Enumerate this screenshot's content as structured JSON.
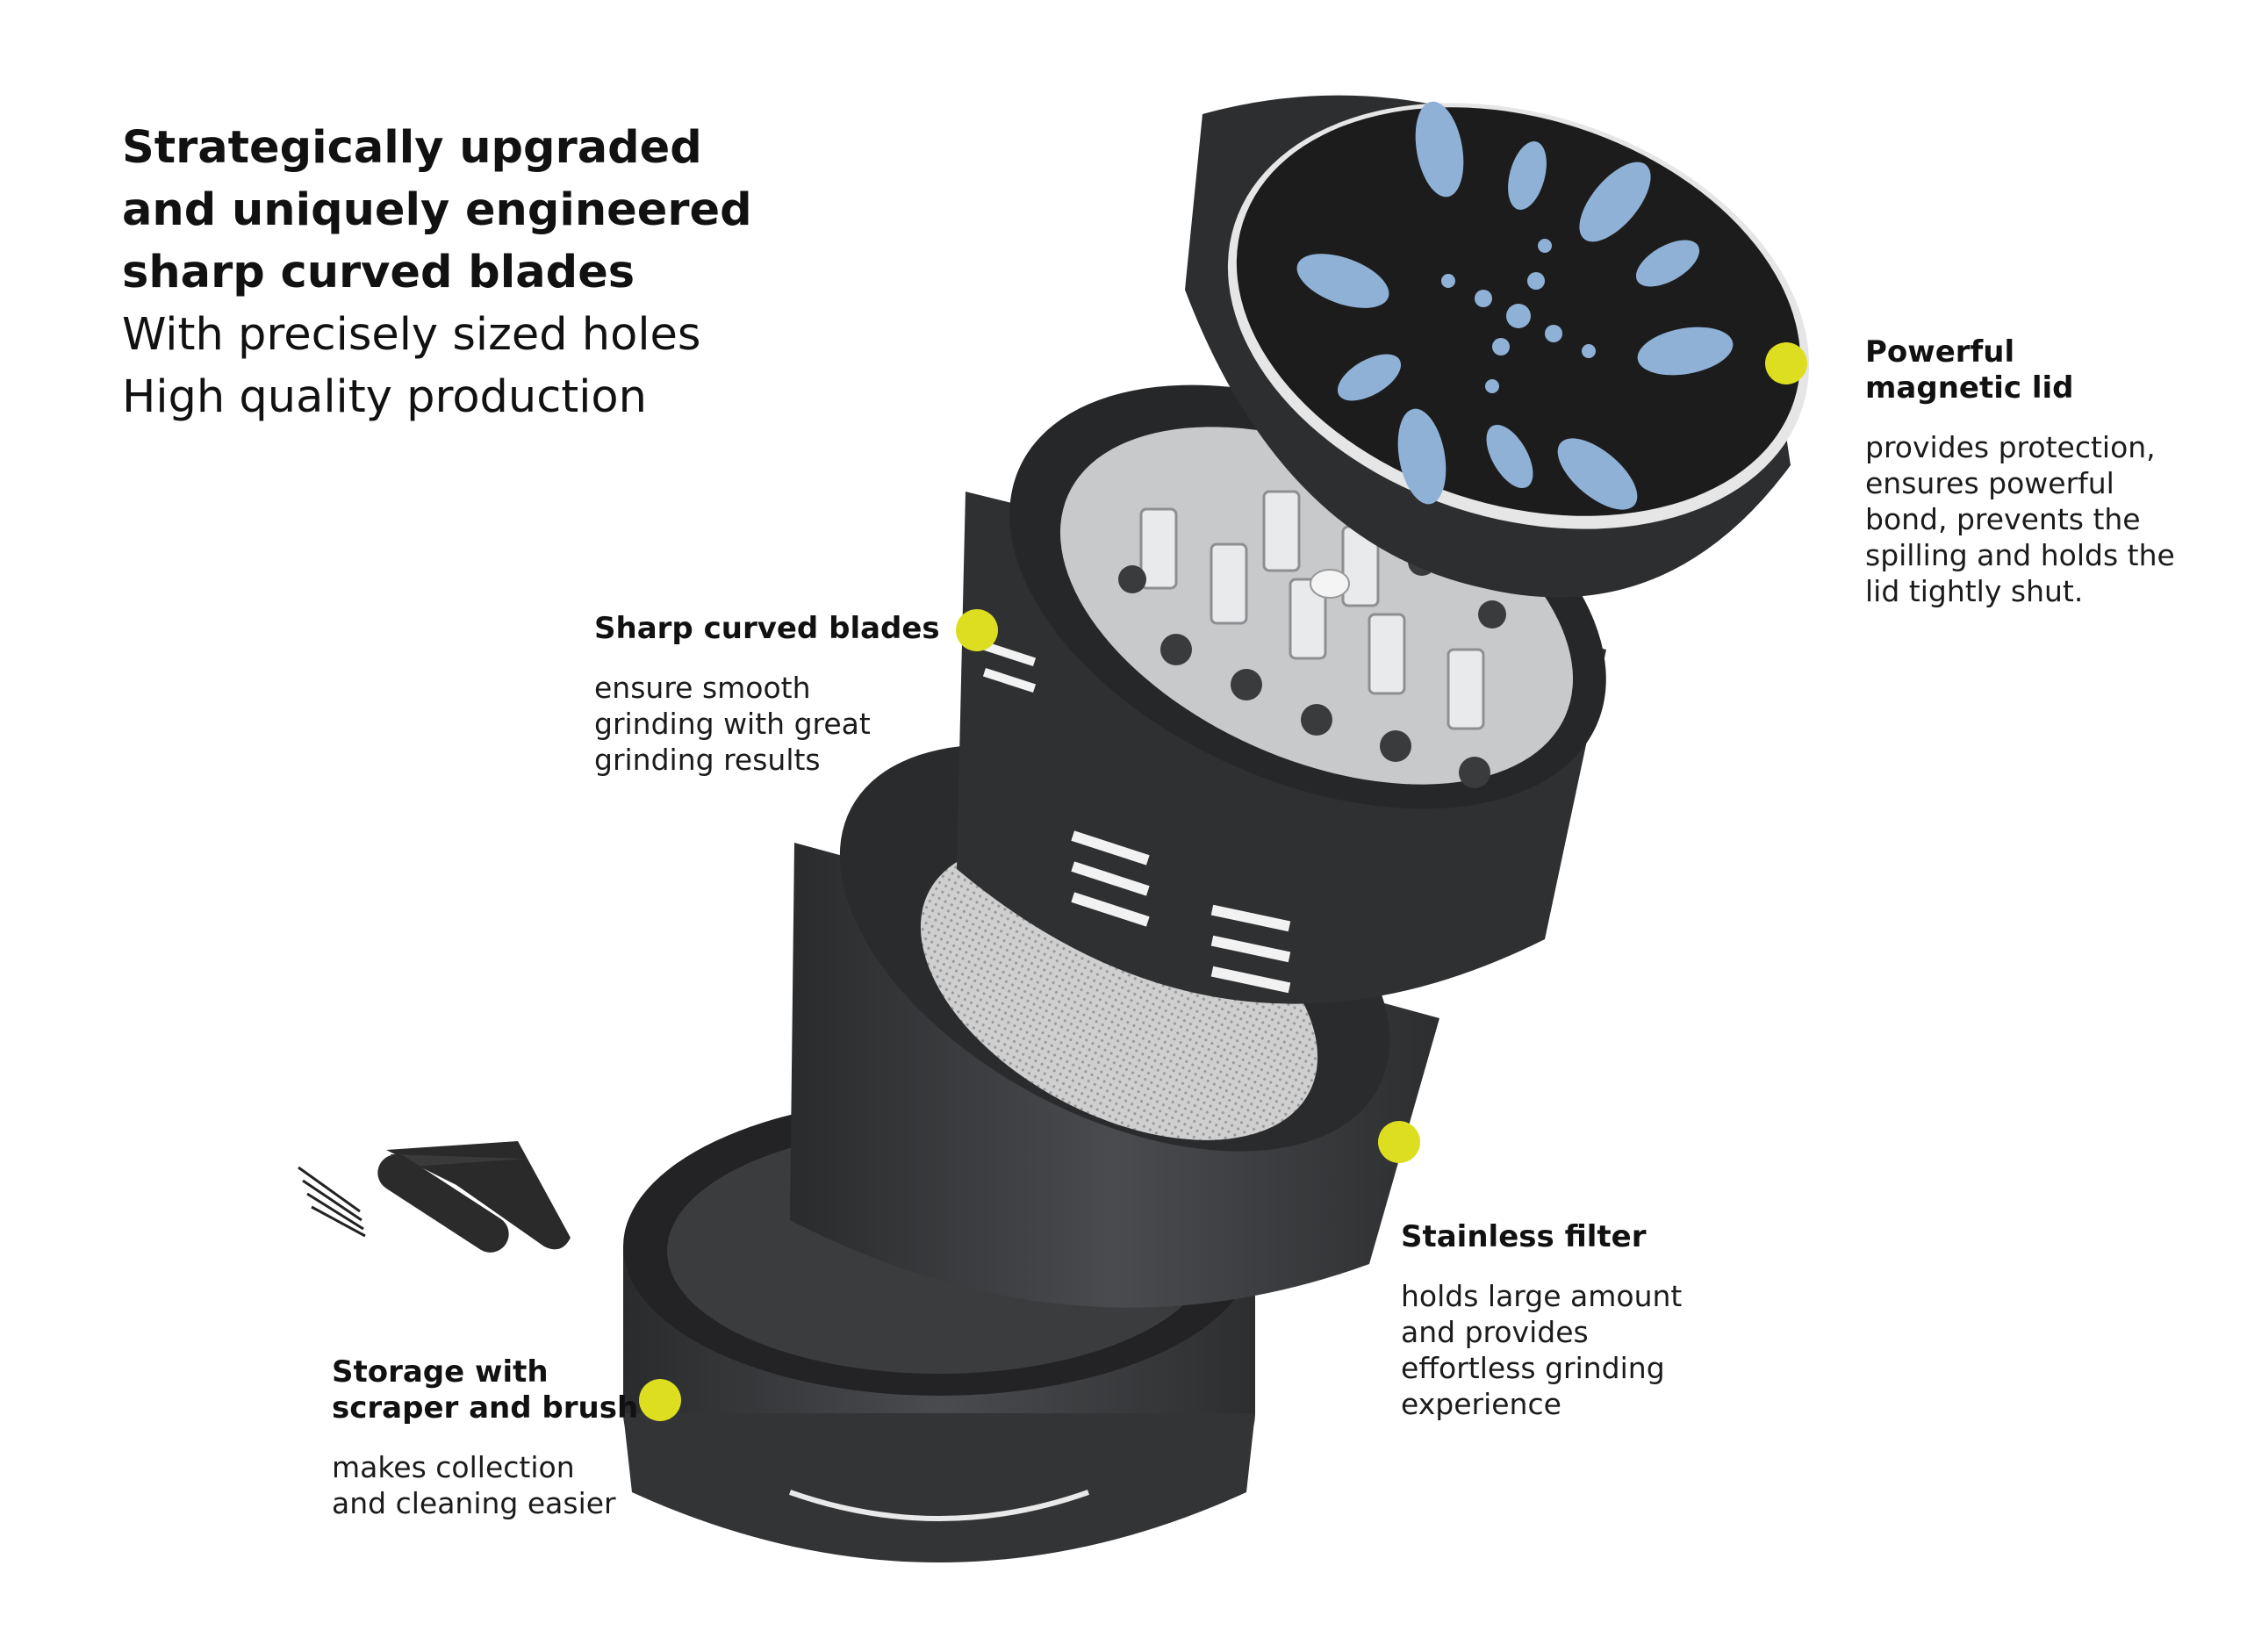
{
  "headline": {
    "bold_lines": [
      "Strategically upgraded",
      "and uniquely engineered",
      "sharp curved blades"
    ],
    "regular_lines": [
      "With precisely sized holes",
      "High quality production"
    ]
  },
  "callouts": {
    "lid": {
      "title_lines": [
        "Powerful",
        "magnetic lid"
      ],
      "desc_lines": [
        "provides protection,",
        "ensures powerful",
        "bond, prevents the",
        "spilling and holds the",
        "lid tightly shut."
      ]
    },
    "blades": {
      "title_lines": [
        "Sharp curved blades"
      ],
      "desc_lines": [
        "ensure smooth",
        "grinding with great",
        "grinding results"
      ]
    },
    "filter": {
      "title_lines": [
        "Stainless filter"
      ],
      "desc_lines": [
        "holds large amount",
        "and provides",
        "effortless grinding",
        "experience"
      ]
    },
    "storage": {
      "title_lines": [
        "Storage with",
        "scraper and brush"
      ],
      "desc_lines": [
        "makes collection",
        "and cleaning easier"
      ]
    }
  },
  "colors": {
    "marker": "#dede21",
    "body_dark": "#3a3b3d",
    "lid_pattern": "#8fb1d6"
  }
}
